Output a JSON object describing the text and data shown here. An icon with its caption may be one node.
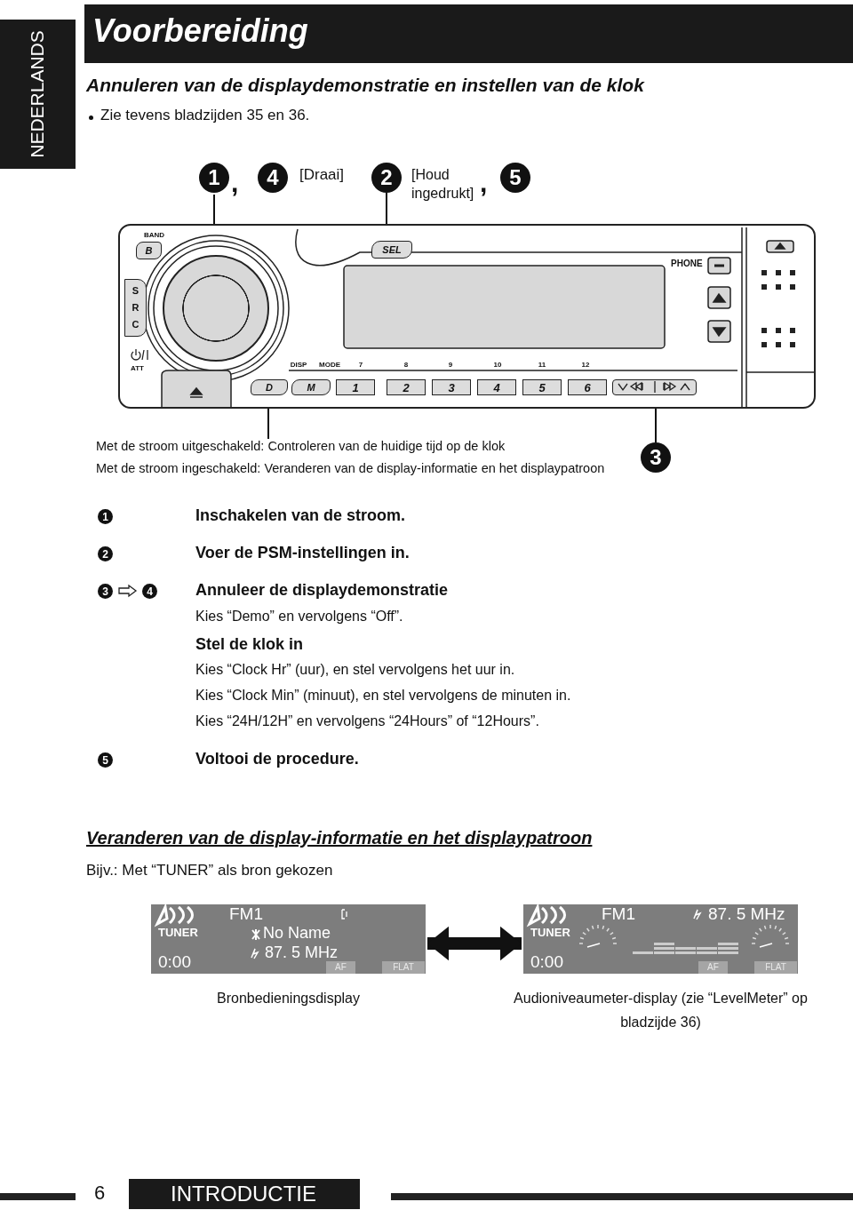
{
  "diagram": {
    "title": "Voorbereiding",
    "nodes": [
      {
        "text": [
          "1",
          ",",
          "4",
          "[Draai]"
        ]
      },
      {
        "text": [
          "2",
          "[Houd ingedrukt]",
          ",",
          "5"
        ]
      },
      {
        "text": [],
        "shape": "box"
      },
      {
        "text": [
          "B"
        ],
        "in": 2
      },
      {
        "text": [
          "S R C"
        ],
        "in": 2
      },
      {
        "text": [],
        "shape": "circle",
        "in": 2
      },
      {
        "text": [
          "SEL"
        ],
        "in": 2
      },
      {
        "text": [
          "D"
        ],
        "in": 2
      },
      {
        "text": [
          "M"
        ],
        "in": 2
      },
      {
        "text": [
          "1"
        ],
        "in": 2
      },
      {
        "text": [
          "2"
        ],
        "in": 2
      },
      {
        "text": [
          "3"
        ],
        "in": 2
      },
      {
        "text": [
          "4"
        ],
        "in": 2
      },
      {
        "text": [
          "5"
        ],
        "in": 2
      },
      {
        "text": [
          "6"
        ],
        "in": 2
      },
      {
        "text": [],
        "shape": "box",
        "in": 2
      },
      {
        "text": [
          "Met de stroom uitgeschakeld: Controleren van de huidige tijd op de klok",
          "Met de stroom ingeschakeld: Veranderen van de display-informatie en het displaypatroon"
        ]
      },
      {
        "text": [
          "3"
        ]
      },
      {
        "text": [
          "TUNER",
          "FM1",
          "No Name",
          "87. 5 MHz",
          "0:00",
          "AF",
          "FLAT"
        ],
        "beside": [
          "Bronbedieningsdisplay"
        ]
      },
      {
        "text": [
          "TUNER",
          "FM1",
          "87. 5 MHz",
          "0:00",
          "AF",
          "FLAT"
        ],
        "beside": [
          "Audioniveaumeter-display (zie “LevelMeter” op bladzijde 36)"
        ]
      }
    ],
    "edges": [
      {
        "from": 0,
        "to": 5,
        "arrow": "none"
      },
      {
        "from": 1,
        "to": 6,
        "arrow": "none"
      },
      {
        "from": 7,
        "to": 16,
        "arrow": "none"
      },
      {
        "from": 15,
        "to": 17,
        "arrow": "none"
      },
      {
        "from": 18,
        "to": 19,
        "arrow": "both",
        "style": "thick"
      }
    ],
    "labels": [
      "NEDERLANDS",
      "Annuleren van de displaydemonstratie en instellen van de klok",
      "Zie tevens bladzijden 35 en 36.",
      "BAND",
      "ATT",
      "PHONE",
      "DISP",
      "MODE",
      "7",
      "8",
      "9",
      "10",
      "11",
      "12",
      "1",
      "Inschakelen van de stroom.",
      "2",
      "Voer de PSM-instellingen in.",
      "3",
      "4",
      "Annuleer de displaydemonstratie",
      "Kies “Demo” en vervolgens “Off”.",
      "Stel de klok in",
      "Kies “Clock Hr” (uur), en stel vervolgens het uur in.",
      "Kies “Clock Min” (minuut), en stel vervolgens de minuten in.",
      "Kies “24H/12H” en vervolgens “24Hours” of “12Hours”.",
      "5",
      "Voltooi de procedure.",
      "Veranderen van de display-informatie en het displaypatroon",
      "Bijv.: Met “TUNER” als bron gekozen",
      "6",
      "INTRODUCTIE"
    ]
  }
}
